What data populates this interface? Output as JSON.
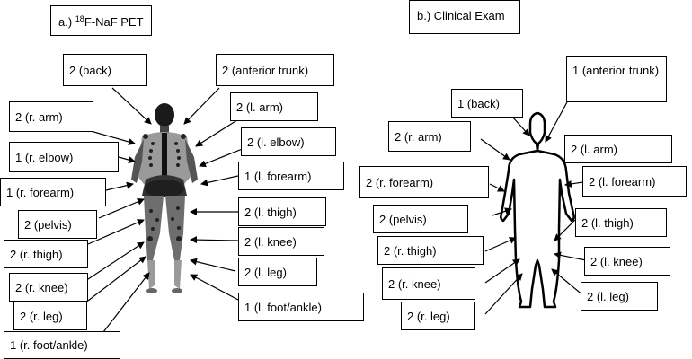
{
  "panel_a": {
    "title_prefix": "a.) ",
    "title_sup": "18",
    "title_rest": "F-NaF PET",
    "labels": [
      "2 (back)",
      "2 (anterior trunk)",
      "2 (r. arm)",
      "2 (l. arm)",
      "1 (r. elbow)",
      "2 (l. elbow)",
      "1 (r. forearm)",
      "1 (l. forearm)",
      "2 (pelvis)",
      "2 (l. thigh)",
      "2 (r. thigh)",
      "2 (l. knee)",
      "2 (r. knee)",
      "2 (l. leg)",
      "2 (r. leg)",
      "1 (l. foot/ankle)",
      "1 (r. foot/ankle)"
    ]
  },
  "panel_b": {
    "title": "b.) Clinical Exam",
    "labels": [
      "1 (back)",
      "1 (anterior trunk)",
      "2 (r. arm)",
      "2 (l. arm)",
      "2 (r. forearm)",
      "2 (l. forearm)",
      "2 (pelvis)",
      "2 (l. thigh)",
      "2 (r. thigh)",
      "2 (l. knee)",
      "2 (r. knee)",
      "2 (l. leg)",
      "2 (r. leg)"
    ]
  }
}
